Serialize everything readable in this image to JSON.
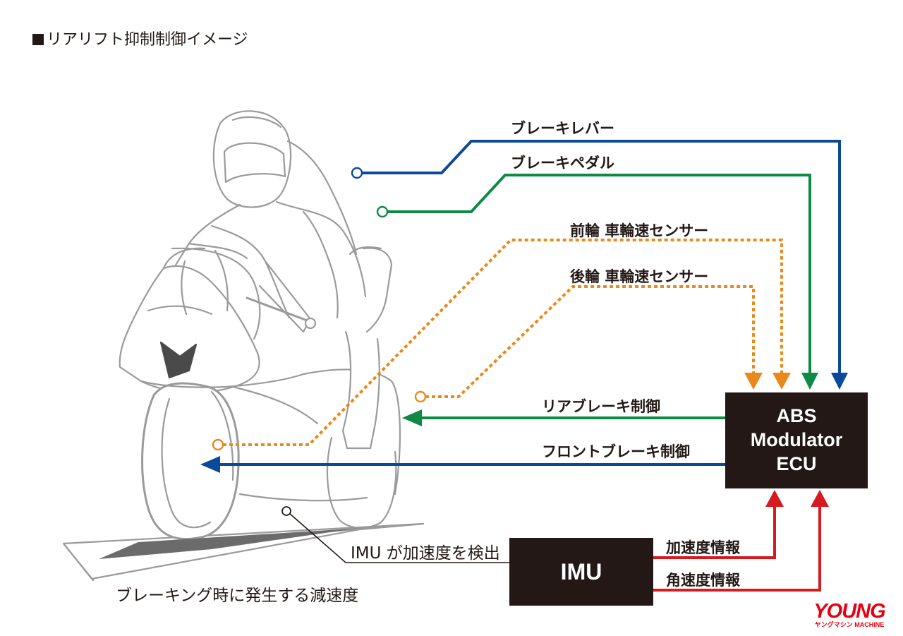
{
  "title": "リアリフト抑制制御イメージ",
  "labels": {
    "brake_lever": "ブレーキレバー",
    "brake_pedal": "ブレーキペダル",
    "front_wheel_speed_sensor": "前輪 車輪速センサー",
    "rear_wheel_speed_sensor": "後輪 車輪速センサー",
    "rear_brake_control": "リアブレーキ制御",
    "front_brake_control": "フロントブレーキ制御",
    "acceleration_info": "加速度情報",
    "angular_velocity_info": "角速度情報",
    "imu_detects": "IMU が加速度を検出",
    "braking_deceleration": "ブレーキング時に発生する減速度"
  },
  "ecu_box": {
    "lines": [
      "ABS",
      "Modulator",
      "ECU"
    ]
  },
  "imu_box": {
    "label": "IMU"
  },
  "logo": {
    "brand": "YOUNG",
    "sub_kana": "ヤングマシン",
    "sub": "MACHINE"
  },
  "colors": {
    "blue": "#0b4a9a",
    "green": "#0f8a45",
    "orange": "#e8891c",
    "red": "#d71920",
    "black": "#231815",
    "sketch": "#9a9a9a",
    "shadow": "#6b6b6b"
  }
}
